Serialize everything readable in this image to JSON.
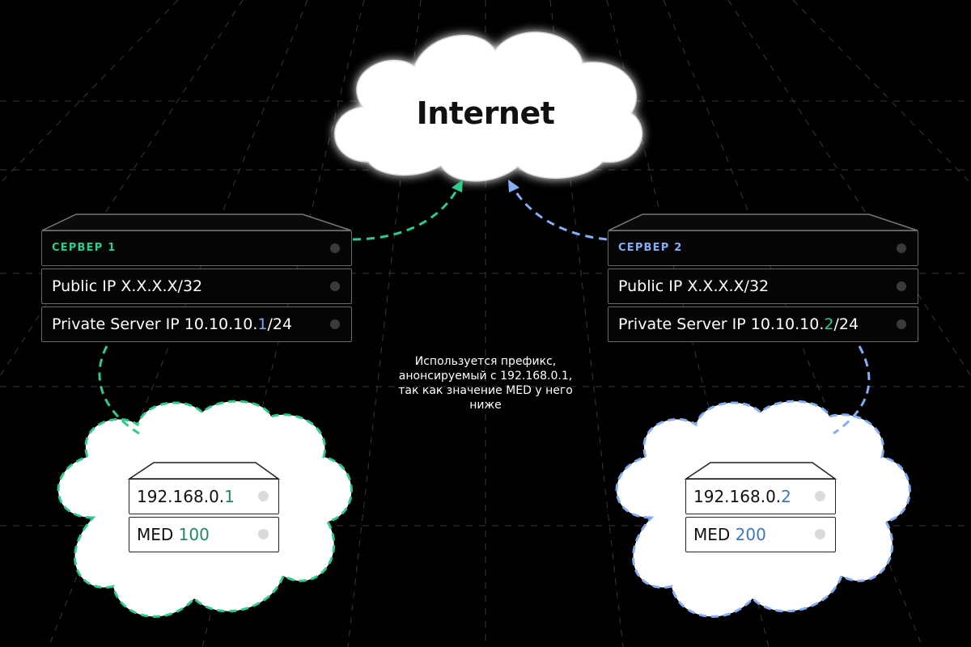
{
  "internet": {
    "label": "Internet"
  },
  "server1": {
    "title": "СЕРВЕР 1",
    "public_ip": "Public IP X.X.X.X/32",
    "private_ip_prefix": "Private Server IP 10.10.10.",
    "private_ip_octet": "1",
    "private_ip_suffix": "/24",
    "color": "#2ecc8a"
  },
  "server2": {
    "title": "СЕРВЕР 2",
    "public_ip": "Public IP X.X.X.X/32",
    "private_ip_prefix": "Private Server IP 10.10.10.",
    "private_ip_octet": "2",
    "private_ip_suffix": "/24",
    "color": "#86aef5"
  },
  "router1": {
    "ip_prefix": "192.168.0.",
    "ip_octet": "1",
    "med_label": "MED ",
    "med_value": "100",
    "accent": "#1e8a5e"
  },
  "router2": {
    "ip_prefix": "192.168.0.",
    "ip_octet": "2",
    "med_label": "MED ",
    "med_value": "200",
    "accent": "#3a78c4"
  },
  "note": {
    "lines": [
      "Используется префикс,",
      "анонсируемый с 192.168.0.1,",
      "так как значение MED у него",
      "ниже"
    ]
  },
  "colors": {
    "green_dash": "#2ecc8a",
    "blue_dash": "#86aef5",
    "grid": "#3a3a3a"
  }
}
